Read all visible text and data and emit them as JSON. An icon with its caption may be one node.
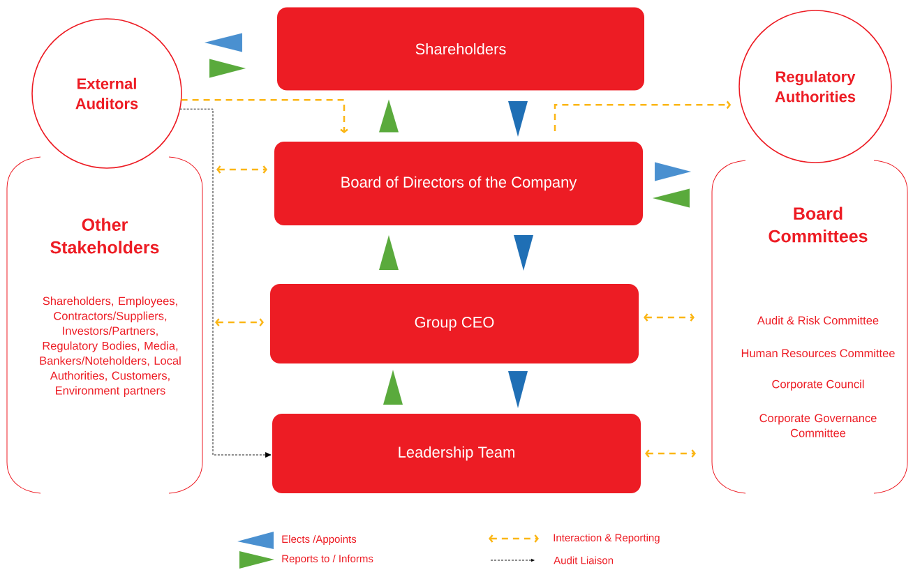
{
  "diagram": {
    "nodes": [
      {
        "text": [
          "External Auditors"
        ]
      },
      {
        "text": [
          "Shareholders"
        ]
      },
      {
        "text": [
          "Regulatory Authorities"
        ]
      },
      {
        "text": [
          "Other Stakeholders",
          "Shareholders, Employees, Contractors/Suppliers, Investors/Partners, Regulatory Bodies, Media, Bankers/Noteholders, Local Authorities, Customers, Environment partners"
        ]
      },
      {
        "text": [
          "Board of Directors of the Company"
        ]
      },
      {
        "text": [
          "Board Committees",
          "Audit & Risk Committee",
          "Human Resources Committee",
          "Corporate Council",
          "Corporate Governance Committee"
        ]
      },
      {
        "text": [
          "Group CEO"
        ]
      },
      {
        "text": [
          "Leadership Team"
        ]
      }
    ],
    "edges": [
      {
        "from": 1,
        "to": 0,
        "arrow": "to",
        "color": "#4a90d0"
      },
      {
        "from": 0,
        "to": 1,
        "arrow": "to",
        "color": "#5aaa3c"
      },
      {
        "from": 4,
        "to": 1,
        "arrow": "to",
        "color": "#5aaa3c"
      },
      {
        "from": 1,
        "to": 4,
        "arrow": "to",
        "color": "#1f6fb5"
      },
      {
        "from": 4,
        "to": 2,
        "arrow": "to",
        "style": "dashed",
        "color": "#fbb616"
      },
      {
        "from": 0,
        "to": 4,
        "arrow": "to",
        "style": "dashed",
        "color": "#fbb616"
      },
      {
        "from": 3,
        "to": 4,
        "arrow": "both",
        "style": "dashed",
        "color": "#fbb616"
      },
      {
        "from": 4,
        "to": 5,
        "arrow": "to",
        "color": "#4a90d0"
      },
      {
        "from": 5,
        "to": 4,
        "arrow": "to",
        "color": "#5aaa3c"
      },
      {
        "from": 6,
        "to": 4,
        "arrow": "to",
        "color": "#5aaa3c"
      },
      {
        "from": 4,
        "to": 6,
        "arrow": "to",
        "color": "#1f6fb5"
      },
      {
        "from": 3,
        "to": 6,
        "arrow": "both",
        "style": "dashed",
        "color": "#fbb616"
      },
      {
        "from": 6,
        "to": 5,
        "arrow": "both",
        "style": "dashed",
        "color": "#fbb616"
      },
      {
        "from": 7,
        "to": 6,
        "arrow": "to",
        "color": "#5aaa3c"
      },
      {
        "from": 6,
        "to": 7,
        "arrow": "to",
        "color": "#1f6fb5"
      },
      {
        "from": 7,
        "to": 5,
        "arrow": "both",
        "style": "dashed",
        "color": "#fbb616"
      },
      {
        "from": 0,
        "to": 7,
        "arrow": "to",
        "style": "dashed",
        "color": "#000000"
      }
    ],
    "legend": [
      {
        "text": "Elects /Appoints"
      },
      {
        "text": "Reports to / Informs"
      },
      {
        "text": "Interaction & Reporting"
      },
      {
        "text": "Audit Liaison"
      }
    ]
  }
}
